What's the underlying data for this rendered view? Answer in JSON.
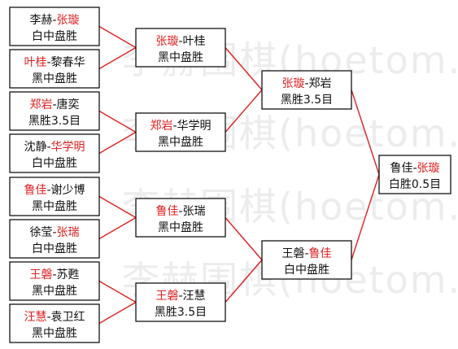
{
  "watermark": "李赫围棋(hoetom.com)",
  "colors": {
    "winner": "#e02020",
    "line": "#e02020",
    "text": "#111111",
    "border": "#000000"
  },
  "round1": [
    {
      "p1": "李赫",
      "p2": "张璇",
      "winner": 2,
      "result": "白中盘胜"
    },
    {
      "p1": "叶桂",
      "p2": "黎春华",
      "winner": 1,
      "result": "黑中盘胜"
    },
    {
      "p1": "郑岩",
      "p2": "唐奕",
      "winner": 1,
      "result": "黑胜3.5目"
    },
    {
      "p1": "沈静",
      "p2": "华学明",
      "winner": 2,
      "result": "白中盘胜"
    },
    {
      "p1": "鲁佳",
      "p2": "谢少博",
      "winner": 1,
      "result": "黑中盘胜"
    },
    {
      "p1": "徐莹",
      "p2": "张瑞",
      "winner": 2,
      "result": "白中盘胜"
    },
    {
      "p1": "王磐",
      "p2": "苏甦",
      "winner": 1,
      "result": "黑中盘胜"
    },
    {
      "p1": "汪慧",
      "p2": "袁卫红",
      "winner": 1,
      "result": "黑中盘胜"
    }
  ],
  "round2": [
    {
      "p1": "张璇",
      "p2": "叶桂",
      "winner": 1,
      "result": "黑中盘胜"
    },
    {
      "p1": "郑岩",
      "p2": "华学明",
      "winner": 1,
      "result": "黑中盘胜"
    },
    {
      "p1": "鲁佳",
      "p2": "张瑞",
      "winner": 1,
      "result": "黑中盘胜"
    },
    {
      "p1": "王磐",
      "p2": "汪慧",
      "winner": 1,
      "result": "黑胜3.5目"
    }
  ],
  "semis": [
    {
      "p1": "张璇",
      "p2": "郑岩",
      "winner": 1,
      "result": "黑胜3.5目"
    },
    {
      "p1": "王磐",
      "p2": "鲁佳",
      "winner": 2,
      "result": "白中盘胜"
    }
  ],
  "final": [
    {
      "p1": "鲁佳",
      "p2": "张璇",
      "winner": 2,
      "result": "白胜0.5目"
    }
  ]
}
